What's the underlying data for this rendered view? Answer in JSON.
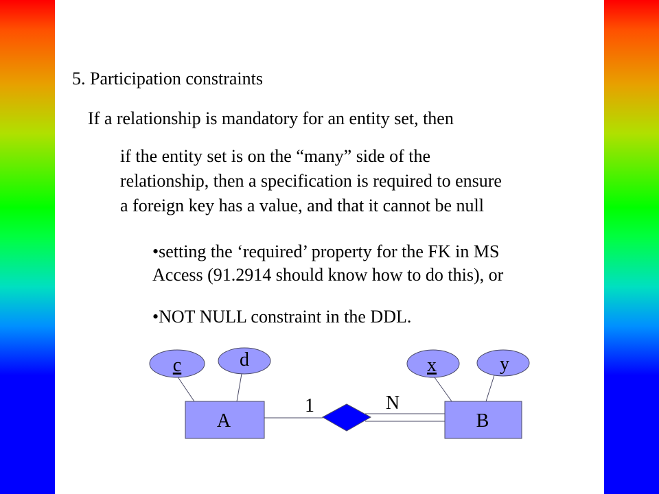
{
  "slide": {
    "heading": "5. Participation constraints",
    "intro": "If a relationship is mandatory for an entity set, then",
    "paragraph_lines": [
      "if the entity set is on the “many” side of the",
      "relationship, then a specification is required to ensure",
      "a foreign key has a value, and that it cannot be null"
    ],
    "bullets": [
      [
        "•setting the ‘required’ property for the FK in MS",
        "Access (91.2914 should know how to do this), or"
      ],
      [
        "•NOT NULL constraint in the DDL."
      ]
    ]
  },
  "diagram": {
    "entities": [
      {
        "label": "A",
        "attributes": [
          {
            "label": "c",
            "key": true
          },
          {
            "label": "d",
            "key": false
          }
        ]
      },
      {
        "label": "B",
        "attributes": [
          {
            "label": "x",
            "key": true
          },
          {
            "label": "y",
            "key": false
          }
        ]
      }
    ],
    "cardinality_a": "1",
    "cardinality_b": "N",
    "colors": {
      "entity_fill": "#9999ff",
      "attribute_fill": "#9999ff",
      "relationship_fill": "#0000ff",
      "line": "#4a4a66",
      "side_bar_top": "#ff0000",
      "side_bar_middle": "#00ff00",
      "side_bar_bottom": "#0000ff"
    }
  }
}
